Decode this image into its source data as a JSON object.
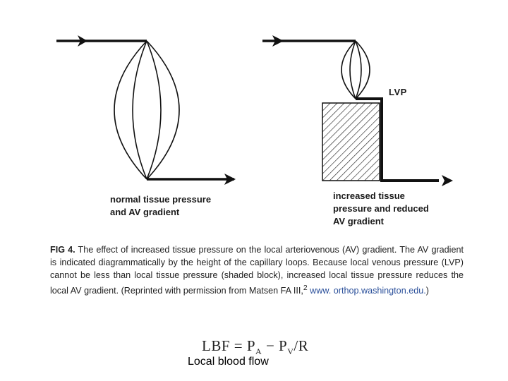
{
  "diagram": {
    "lvp_label": "LVP",
    "left_caption": [
      "normal tissue pressure",
      "and AV gradient"
    ],
    "right_caption": [
      "increased tissue",
      "pressure and reduced",
      "AV gradient"
    ]
  },
  "caption": {
    "fig_label": "FIG 4.",
    "text": " The effect of increased tissue pressure on the local arteriovenous (AV) gradient. The AV gradient is indicated diagrammatically by the height of the capillary loops. Because local venous pressure (LVP) cannot be less than local tissue pressure (shaded block), increased local tissue pressure reduces the local AV gradient. (Reprinted with permission from Matsen FA III,",
    "superscript": "2",
    "url": " www. orthop.washington.edu.",
    "tail": ")"
  },
  "formula": {
    "lhs": "LBF = P",
    "sub_a": "A",
    "minus": " − P",
    "sub_v": "V",
    "tail": "/R"
  },
  "footer": {
    "label": "Local blood flow"
  }
}
